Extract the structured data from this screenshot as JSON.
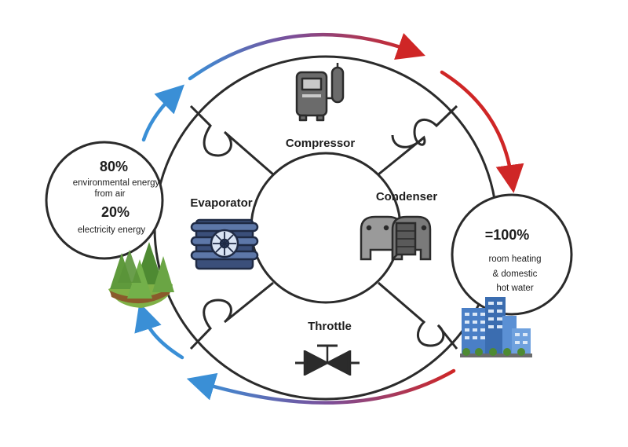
{
  "stages": {
    "compressor": "Compressor",
    "evaporator": "Evaporator",
    "condenser": "Condenser",
    "throttle": "Throttle"
  },
  "input": {
    "environment_pct": "80%",
    "environment_line1": "environmental energy",
    "environment_line2": "from air",
    "electricity_pct": "20%",
    "electricity_label": "electricity energy"
  },
  "output": {
    "total_pct": "=100%",
    "line1": "room heating",
    "line2": "& domestic",
    "line3": "hot water"
  },
  "colors": {
    "cold": "#3a8fd6",
    "hot": "#cf2626",
    "stroke": "#2b2b2b",
    "tree": "#5f9a3c",
    "building": "#4a7fc6",
    "machine": "#6b6b6b"
  },
  "icons": [
    "compressor-icon",
    "evaporator-icon",
    "condenser-icon",
    "throttle-valve-icon",
    "trees-icon",
    "buildings-icon"
  ]
}
